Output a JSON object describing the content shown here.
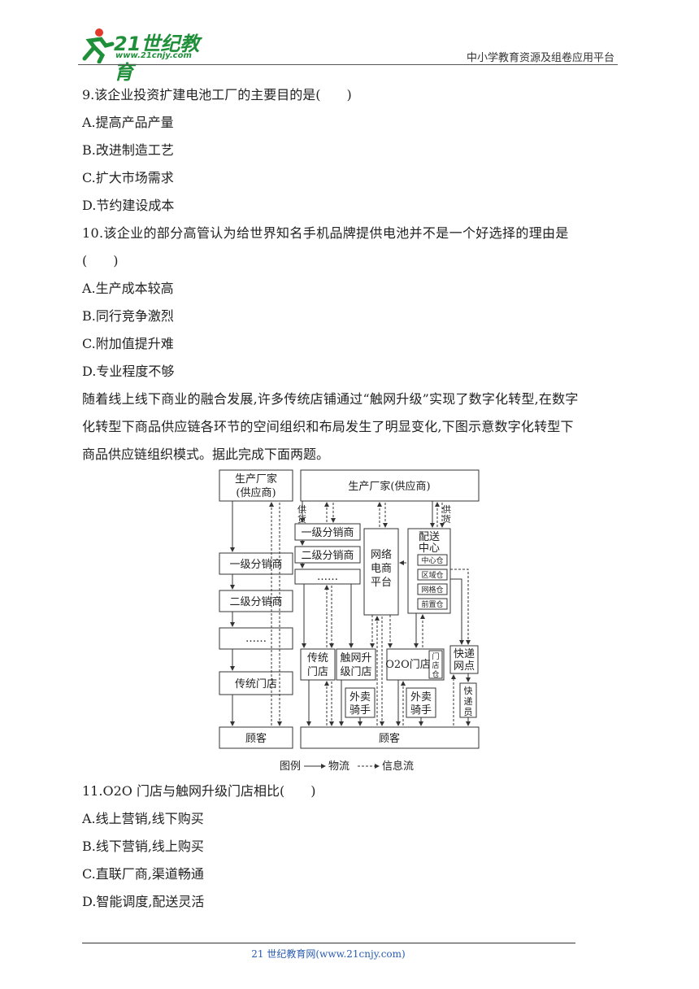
{
  "header": {
    "logo_text": "21世纪教育",
    "logo_url": "www.21cnjy.com",
    "site_tagline": "中小学教育资源及组卷应用平台"
  },
  "q9": {
    "stem": "9.该企业投资扩建电池工厂的主要目的是(　　)",
    "options": [
      "A.提高产品产量",
      "B.改进制造工艺",
      "C.扩大市场需求",
      "D.节约建设成本"
    ]
  },
  "q10": {
    "stem_line1": "10.该企业的部分高管认为给世界知名手机品牌提供电池并不是一个好选择的理由是",
    "stem_line2": "(　　)",
    "options": [
      "A.生产成本较高",
      "B.同行竞争激烈",
      "C.附加值提升难",
      "D.专业程度不够"
    ]
  },
  "passage": {
    "line1": "随着线上线下商业的融合发展,许多传统店铺通过“触网升级”实现了数字化转型,在数字",
    "line2": "化转型下商品供应链各环节的空间组织和布局发生了明显变化,下图示意数字化转型下",
    "line3": "商品供应链组织模式。据此完成下面两题。"
  },
  "figure": {
    "left_manufacturer_1": "生产厂家",
    "left_manufacturer_2": "(供应商)",
    "top_manufacturer": "生产厂家(供应商)",
    "supply_1a": "供",
    "supply_1b": "货",
    "supply_2a": "供",
    "supply_2b": "货",
    "first_dist_left": "一级分销商",
    "second_dist_left": "二级分销商",
    "ellipsis_left": "……",
    "trad_store_left": "传统门店",
    "customer_left": "顾客",
    "first_dist_mid": "一级分销商",
    "second_dist_mid": "二级分销商",
    "ellipsis_mid": "……",
    "platform": [
      "网络",
      "电商",
      "平台"
    ],
    "dist_center": [
      "配送",
      "中心"
    ],
    "warehouses": [
      "中心仓",
      "区域仓",
      "网格仓",
      "前置仓"
    ],
    "trad_store_mid": [
      "传统",
      "门店"
    ],
    "upgraded_store": [
      "触网升",
      "级门店"
    ],
    "o2o_store": "O2O门店",
    "store_wh": [
      "门",
      "店",
      "仓"
    ],
    "express_point": [
      "快递",
      "网点"
    ],
    "rider_1": [
      "外卖",
      "骑手"
    ],
    "rider_2": [
      "外卖",
      "骑手"
    ],
    "courier": [
      "快",
      "递",
      "员"
    ],
    "customer_right": "顾客",
    "legend_label": "图例",
    "legend_logistics": "物流",
    "legend_info": "信息流"
  },
  "q11": {
    "stem": "11.O2O 门店与触网升级门店相比(　　)",
    "options": [
      "A.线上营销,线下购买",
      "B.线下营销,线上购买",
      "C.直联厂商,渠道畅通",
      "D.智能调度,配送灵活"
    ]
  },
  "footer": {
    "text": "21 世纪教育网(www.21cnjy.com)"
  }
}
